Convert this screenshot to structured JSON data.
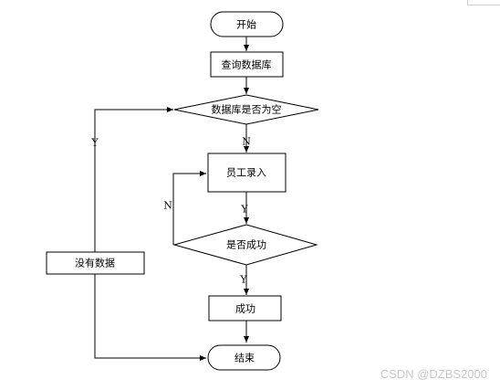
{
  "nodes": {
    "start": "开始",
    "query_db": "查询数据库",
    "db_empty": "数据库是否为空",
    "employee_entry": "员工录入",
    "is_success": "是否成功",
    "success": "成功",
    "no_data": "没有数据",
    "end": "结束"
  },
  "edge_labels": {
    "db_empty_no": "N",
    "db_empty_yes": "Y",
    "entry_to_check_yes": "Y",
    "check_fail": "N",
    "check_success_yes": "Y"
  },
  "watermark": "CSDN @DZBS2000"
}
